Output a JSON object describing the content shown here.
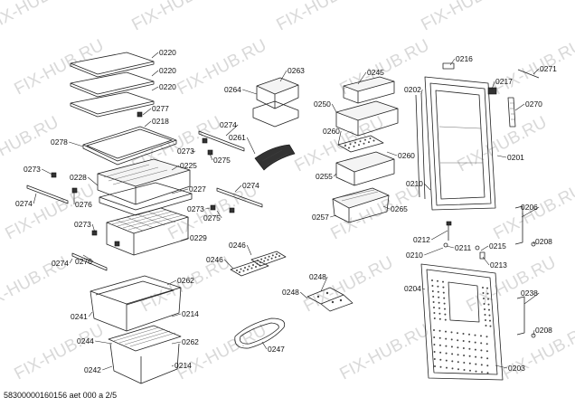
{
  "watermark": {
    "text": "FIX-HUB.RU"
  },
  "footer": {
    "text": "58300000160156 aet 000 a 2/5"
  },
  "callouts": [
    "0220",
    "0220",
    "0220",
    "0277",
    "0218",
    "0278",
    "0273",
    "0275",
    "0225",
    "0273",
    "0228",
    "0276",
    "0274",
    "0227",
    "0274",
    "0273",
    "0275",
    "0273",
    "0276",
    "0229",
    "0274",
    "0263",
    "0264",
    "0274",
    "0261",
    "0246",
    "0246",
    "0262",
    "0241",
    "0214",
    "0244",
    "0262",
    "0242",
    "0214",
    "0247",
    "0248",
    "0248",
    "0245",
    "0250",
    "0260",
    "0260",
    "0255",
    "0265",
    "0257",
    "0216",
    "0271",
    "0217",
    "0202",
    "0270",
    "0201",
    "0210",
    "0206",
    "0212",
    "0211",
    "0215",
    "0208",
    "0210",
    "0213",
    "0204",
    "0238",
    "0208",
    "0203"
  ]
}
